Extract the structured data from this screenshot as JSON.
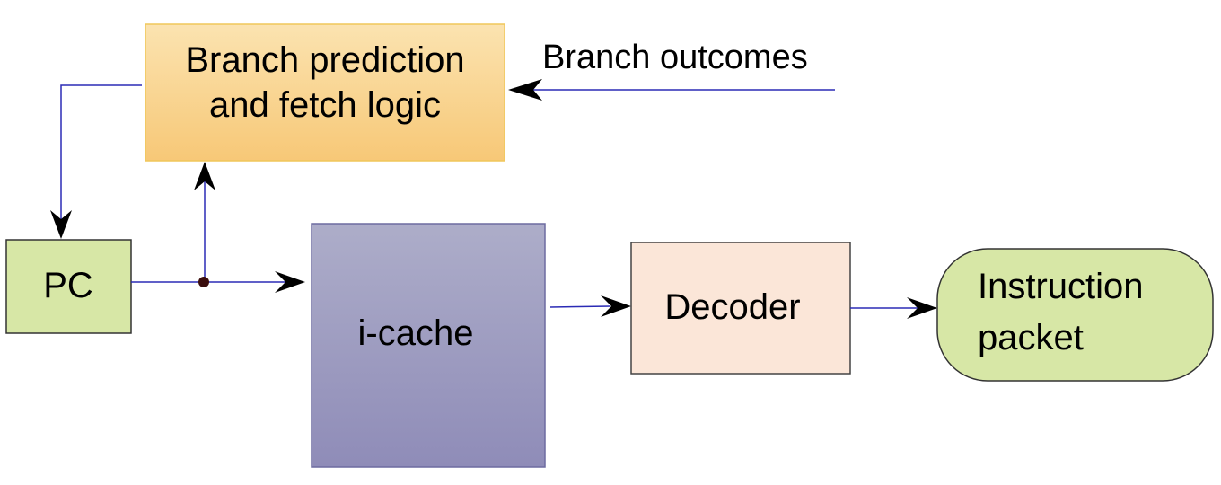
{
  "blocks": {
    "branch_prediction": {
      "line1": "Branch prediction",
      "line2": "and fetch logic"
    },
    "pc": {
      "label": "PC"
    },
    "icache": {
      "label": "i-cache"
    },
    "decoder": {
      "label": "Decoder"
    },
    "instruction_packet": {
      "line1": "Instruction",
      "line2": "packet"
    }
  },
  "labels": {
    "branch_outcomes": "Branch outcomes"
  },
  "colors": {
    "line": "#2b2bb5",
    "arrowhead": "#000000",
    "orange_top": "#fbe3b0",
    "orange_bottom": "#f7c877",
    "orange_border": "#f0c75a",
    "green_fill": "#d7e7a6",
    "green_border": "#333333",
    "purple_top": "#adadc9",
    "purple_bottom": "#8f8cb8",
    "purple_border": "#6d6ba0",
    "decoder_fill": "#fbe6d8",
    "decoder_border": "#444444",
    "junction": "#3a0d0d"
  }
}
